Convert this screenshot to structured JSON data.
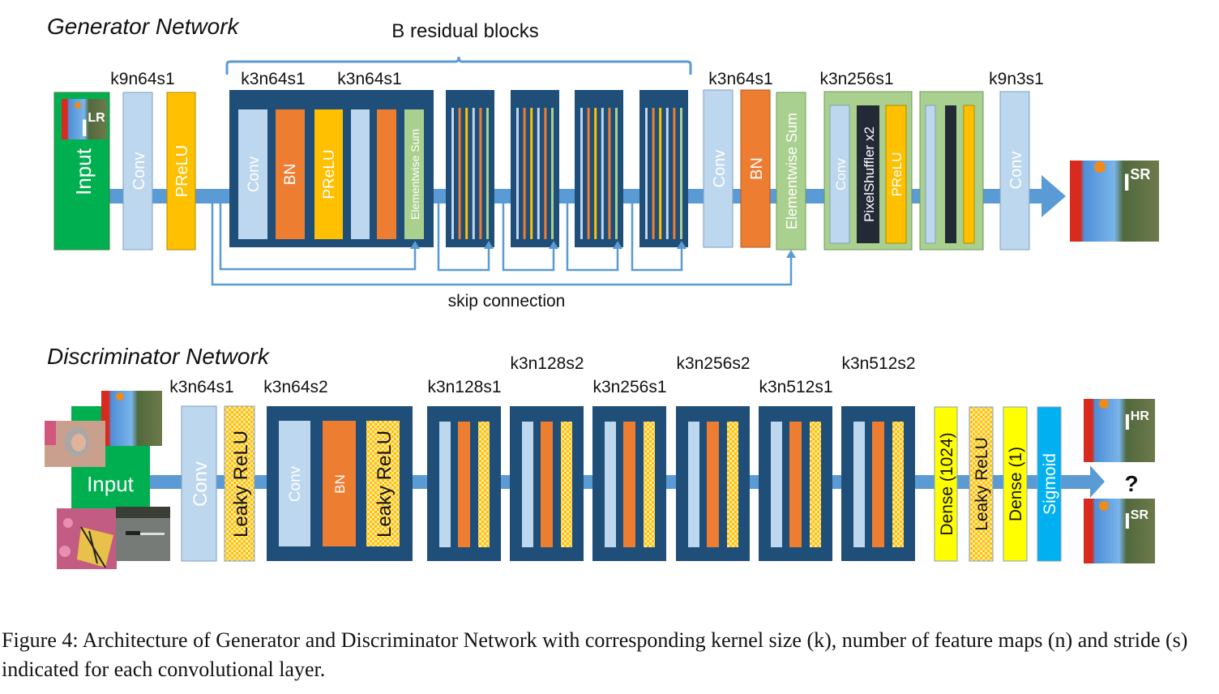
{
  "colors": {
    "input_green": "#00b050",
    "conv_light_blue": "#bdd7ee",
    "prelu_orange_yellow": "#ffc000",
    "bn_orange": "#ed7d31",
    "block_dark_blue": "#1f4e79",
    "elementwise_green": "#a9d08e",
    "pixelshuffler_dark": "#222a35",
    "dense_yellow": "#ffff00",
    "sigmoid_blue": "#00b0f0",
    "arrow_blue": "#5b9bd5",
    "leaky_check_a": "#fde9a6",
    "leaky_check_b": "#ffc000"
  },
  "generator": {
    "title": "Generator Network",
    "brace_label": "B residual blocks",
    "skip_label": "skip connection",
    "input_label": "Input",
    "input_image_label": "I",
    "input_image_sup": "LR",
    "output_image_label": "I",
    "output_image_sup": "SR",
    "layer_labels": {
      "first_conv": "k9n64s1",
      "res_conv1": "k3n64s1",
      "res_conv2": "k3n64s1",
      "post_conv": "k3n64s1",
      "upsample": "k3n256s1",
      "final_conv": "k9n3s1"
    },
    "layers": {
      "conv": "Conv",
      "prelu": "PReLU",
      "bn": "BN",
      "elementwise_sum": "Elementwise Sum",
      "pixel_shuffler": "PixelShuffler x2"
    },
    "collapsed_residual_blocks": 4
  },
  "discriminator": {
    "title": "Discriminator Network",
    "input_label": "Input",
    "question": "?",
    "hr_label": "I",
    "hr_sup": "HR",
    "sr_label": "I",
    "sr_sup": "SR",
    "layers": {
      "conv": "Conv",
      "leaky_relu": "Leaky ReLU",
      "bn": "BN",
      "dense_1024": "Dense (1024)",
      "dense_1": "Dense (1)",
      "sigmoid": "Sigmoid"
    },
    "layer_labels": {
      "first_conv": "k3n64s1",
      "block1": "k3n64s2",
      "block2": "k3n128s1",
      "block3": "k3n128s2",
      "block4": "k3n256s1",
      "block5": "k3n256s2",
      "block6": "k3n512s1",
      "block7": "k3n512s2"
    }
  },
  "caption": {
    "text": "Figure 4: Architecture of Generator and Discriminator Network with corresponding kernel size (k), number of feature maps (n) and stride (s) indicated for each convolutional layer."
  }
}
